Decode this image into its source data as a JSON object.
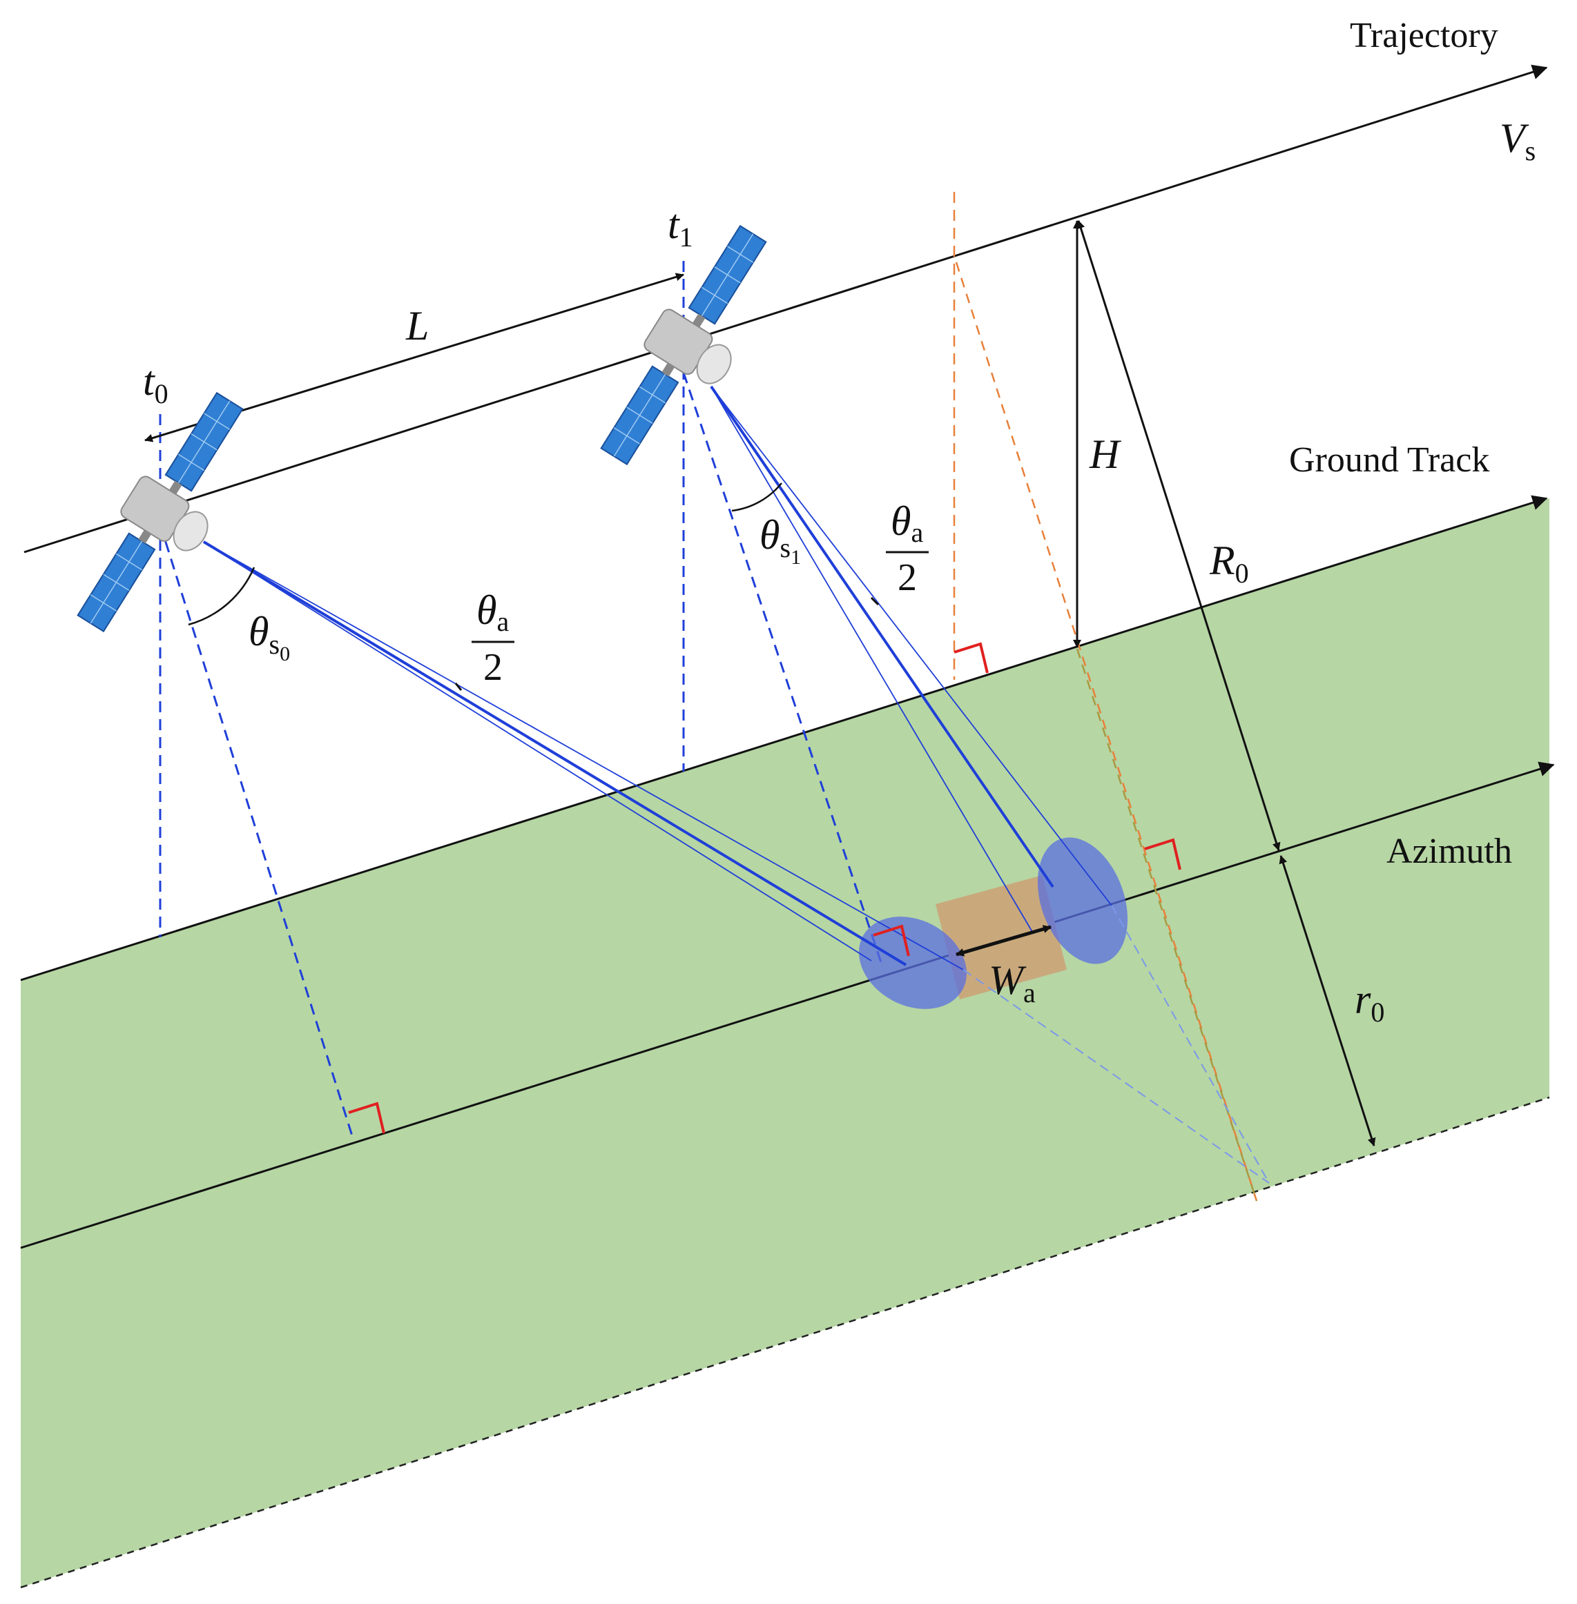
{
  "labels": {
    "trajectory": "Trajectory",
    "ground_track": "Ground Track",
    "azimuth": "Azimuth",
    "velocity": {
      "base": "V",
      "sub": "s"
    },
    "time0": {
      "base": "t",
      "sub": "0"
    },
    "time1": {
      "base": "t",
      "sub": "1"
    },
    "length": "L",
    "height": "H",
    "slant_range": {
      "base": "R",
      "sub": "0"
    },
    "ground_range": {
      "base": "r",
      "sub": "0"
    },
    "squint0": {
      "base": "θ",
      "sub": "s",
      "subsub": "0"
    },
    "squint1": {
      "base": "θ",
      "sub": "s",
      "subsub": "1"
    },
    "half_beam": {
      "numerator_base": "θ",
      "numerator_sub": "a",
      "denominator": "2"
    },
    "overlap_width": {
      "base": "W",
      "sub": "a"
    }
  },
  "colors": {
    "ground": "#b6d6a4",
    "beam": "#1f3fd8",
    "footprint": "#5a6fe0",
    "overlap": "#c9a97c",
    "nadir": "#1f3fd8",
    "orange_guide": "#e8803a",
    "right_angle": "#e02020",
    "panel": "#2f7fd4",
    "body": "#c8c8c8"
  }
}
